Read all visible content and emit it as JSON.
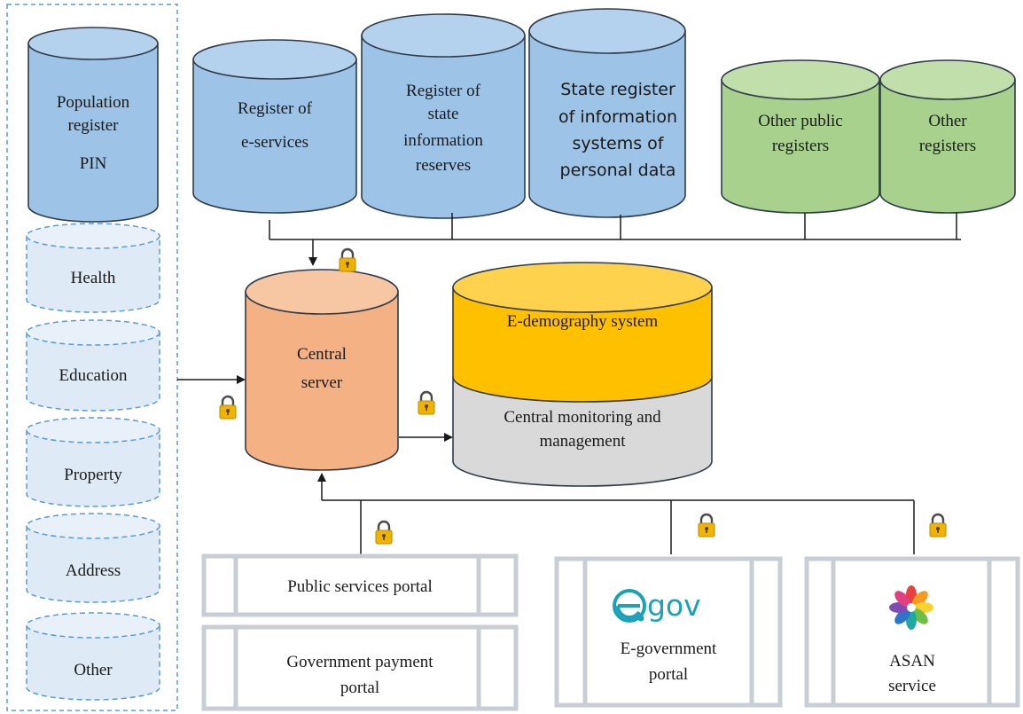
{
  "left_panel": {
    "population_register": {
      "line1": "Population",
      "line2": "register",
      "line3": "PIN"
    },
    "sub_registers": [
      "Health",
      "Education",
      "Property",
      "Address",
      "Other"
    ]
  },
  "top_registers": {
    "e_services": {
      "line1": "Register of",
      "line2": "e-services"
    },
    "state_info_reserves": {
      "line1": "Register of",
      "line2": "state",
      "line3": "information",
      "line4": "reserves"
    },
    "state_register_personal": {
      "line1": "State register",
      "line2": "of information",
      "line3": "systems of",
      "line4": "personal data"
    },
    "other_public": {
      "line1": "Other public",
      "line2": "registers"
    },
    "other_registers": {
      "line1": "Other",
      "line2": "registers"
    }
  },
  "central_server": {
    "line1": "Central",
    "line2": "server"
  },
  "edemography": {
    "top_label": "E-demography system",
    "bottom_line1": "Central monitoring and",
    "bottom_line2": "management"
  },
  "portals": {
    "public_services": "Public services portal",
    "gov_payment": {
      "line1": "Government payment",
      "line2": "portal"
    },
    "egov_logo": "gov",
    "egov": {
      "line1": "E-government",
      "line2": "portal"
    },
    "asan": {
      "line1": "ASAN",
      "line2": "service"
    }
  },
  "colors": {
    "register_blue": "#9dc3e6",
    "register_green": "#a9d18e",
    "central_orange": "#f4b183",
    "edemography_gold": "#ffc000",
    "monitoring_gray": "#d9d9d9",
    "egov_teal": "#1aa3b8",
    "lock_gold": "#f0b400"
  },
  "icons": [
    "lock-icon",
    "egov-logo-icon",
    "asan-flower-icon"
  ]
}
